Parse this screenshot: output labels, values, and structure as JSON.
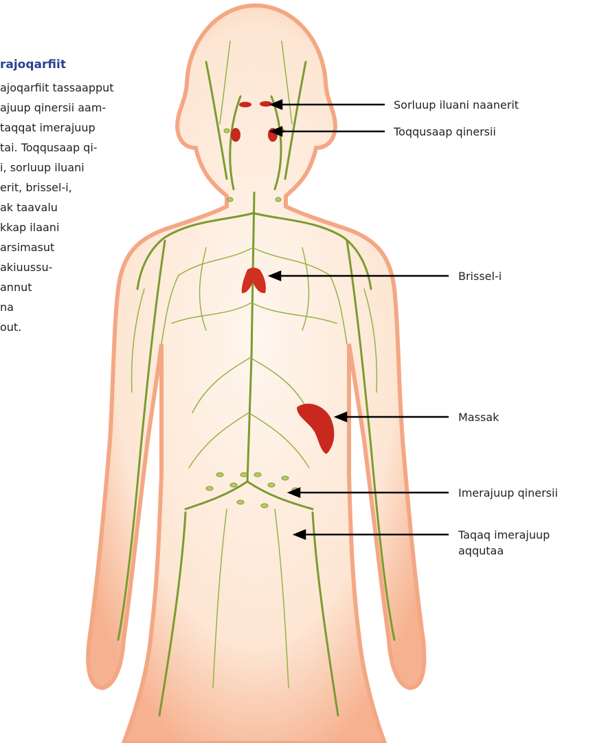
{
  "intro": {
    "title": "rajoqarfiit",
    "lines": [
      "ajoqarfiit tassaapput",
      "ajuup qinersii aam-",
      " taqqat imerajuup",
      "tai. Toqqusaap qi-",
      "i, sorluup iluani",
      "erit, brissel-i,",
      "ak taavalu",
      "kkap ilaani",
      "arsimasut",
      " akiuussu-",
      "annut",
      "na",
      "out."
    ]
  },
  "labels": {
    "sorluup": "Sorluup iluani naanerit",
    "toqqusaap": "Toqqusaap qinersii",
    "brissel": "Brissel-i",
    "massak": "Massak",
    "imerajuup_qinersii": "Imerajuup qinersii",
    "taqaq_line1": "Taqaq imerajuup",
    "taqaq_line2": "aqqutaa"
  },
  "colors": {
    "skin_outer": "#f6b190",
    "skin_inner": "#fde8d6",
    "organ": "#c8281e",
    "lymph": "#7a9b2e",
    "arrow": "#000000",
    "title": "#2b3f8f"
  }
}
